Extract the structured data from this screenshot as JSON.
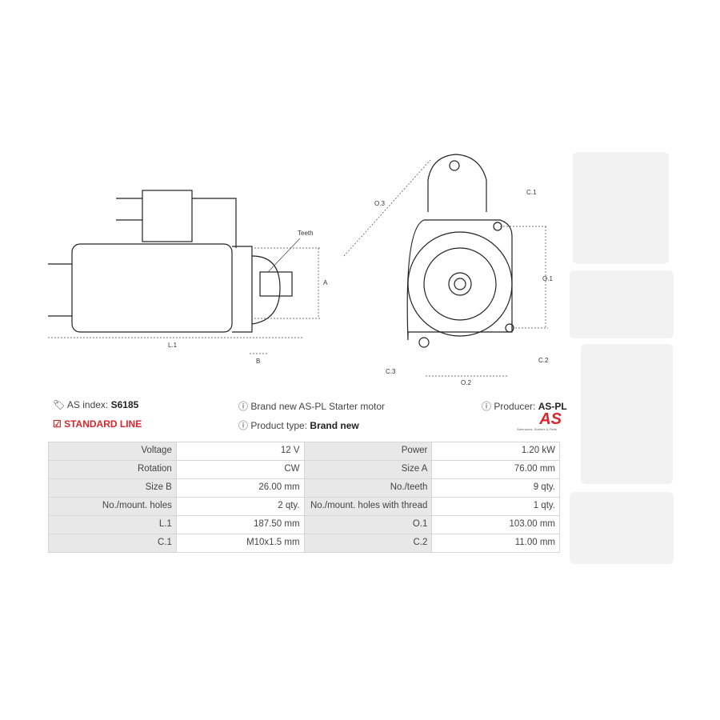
{
  "diagram": {
    "teeth": "Teeth",
    "a": "A",
    "l1": "L.1",
    "b": "B",
    "o3": "O.3",
    "c1": "C.1",
    "o1": "O.1",
    "c3": "C.3",
    "o2": "O.2",
    "c2": "C.2"
  },
  "info": {
    "as_index_label": "AS index:",
    "as_index_value": "S6185",
    "line": "STANDARD LINE",
    "description": "Brand new AS-PL Starter motor",
    "product_type_label": "Product type:",
    "product_type_value": "Brand new",
    "producer_label": "Producer:",
    "producer_value": "AS-PL",
    "logo_text": "AS",
    "logo_tagline": "Alternators, Starters & Parts"
  },
  "specs": [
    [
      "Voltage",
      "12 V",
      "Power",
      "1.20 kW"
    ],
    [
      "Rotation",
      "CW",
      "Size A",
      "76.00 mm"
    ],
    [
      "Size B",
      "26.00 mm",
      "No./teeth",
      "9 qty."
    ],
    [
      "No./mount. holes",
      "2 qty.",
      "No./mount. holes with thread",
      "1 qty."
    ],
    [
      "L.1",
      "187.50 mm",
      "O.1",
      "103.00 mm"
    ],
    [
      "C.1",
      "M10x1.5 mm",
      "C.2",
      "11.00 mm"
    ]
  ]
}
